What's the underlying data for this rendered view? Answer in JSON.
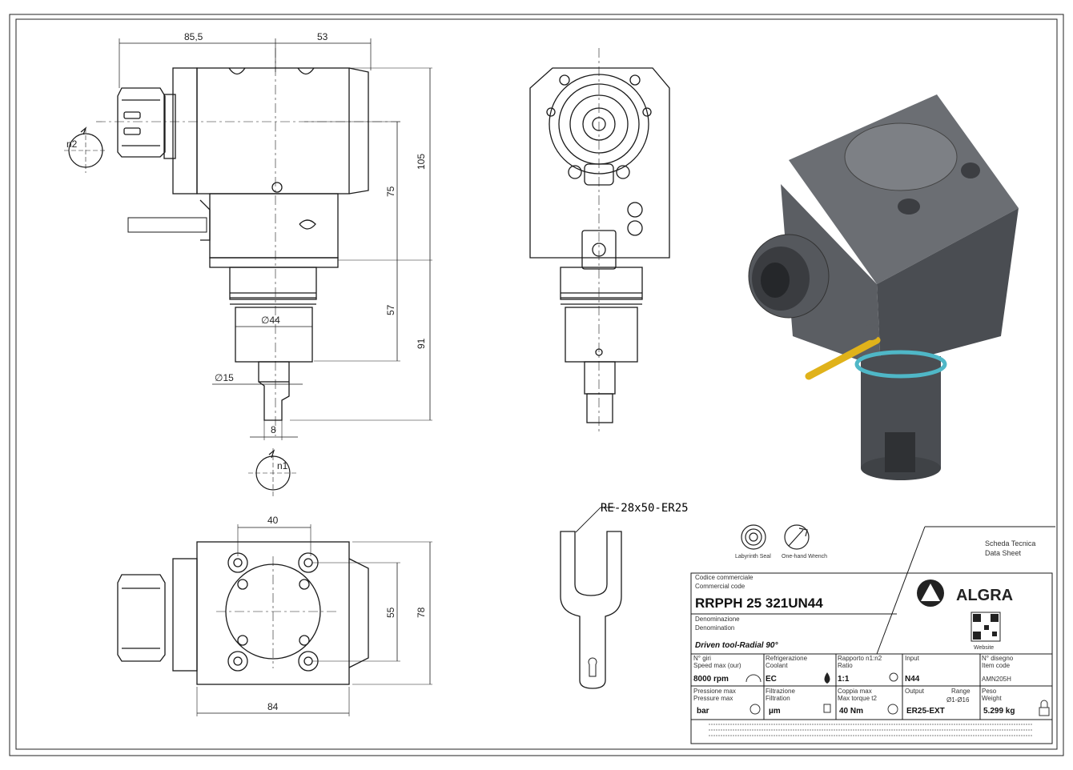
{
  "dimensions": {
    "d85_5": "85,5",
    "d53": "53",
    "d105": "105",
    "d75": "75",
    "d57": "57",
    "d91": "91",
    "d44": "∅44",
    "d15": "∅15",
    "d8": "8",
    "d40": "40",
    "d55": "55",
    "d78": "78",
    "d84": "84",
    "n1": "n1",
    "n2": "n2"
  },
  "wrench_label": "RE-28x50-ER25",
  "icons": {
    "seal_label": "Labyrinth Seal",
    "wrench_label": "One-hand Wrench"
  },
  "sheet": {
    "title_it": "Scheda Tecnica",
    "title_en": "Data Sheet",
    "brand": "ALGRA",
    "website": "Website"
  },
  "title_block": {
    "code_lbl_it": "Codice commerciale",
    "code_lbl_en": "Commercial code",
    "code": "RRPPH 25 321UN44",
    "den_lbl_it": "Denominazione",
    "den_lbl_en": "Denomination",
    "denomination": "Driven tool-Radial 90°",
    "speed_lbl_1": "N° giri",
    "speed_lbl_2": "Speed max (our)",
    "speed": "8000 rpm",
    "coolant_lbl_1": "Refrigerazione",
    "coolant_lbl_2": "Coolant",
    "coolant": "EC",
    "ratio_lbl_1": "Rapporto n1:n2",
    "ratio_lbl_2": "Ratio",
    "ratio": "1:1",
    "input_lbl": "Input",
    "input": "N44",
    "drawing_lbl_1": "N° disegno",
    "drawing_lbl_2": "Item code",
    "drawing": "AMN205H",
    "pressure_lbl_1": "Pressione max",
    "pressure_lbl_2": "Pressure max",
    "pressure": "bar",
    "filtration_lbl_1": "Filtrazione",
    "filtration_lbl_2": "Filtration",
    "filtration": "µm",
    "torque_lbl_1": "Coppia max",
    "torque_lbl_2": "Max torque t2",
    "torque": "40 Nm",
    "output_lbl": "Output",
    "output": "ER25-EXT",
    "range_lbl": "Range",
    "range": "Ø1-Ø16",
    "weight_lbl_1": "Peso",
    "weight_lbl_2": "Weight",
    "weight": "5.299 kg"
  },
  "colors": {
    "line": "#1a1a1a",
    "body_dark": "#4a4d52",
    "body_mid": "#6b6e73",
    "body_light": "#8a8d92",
    "pin": "#e0b21a",
    "ring": "#4fb7c7"
  }
}
